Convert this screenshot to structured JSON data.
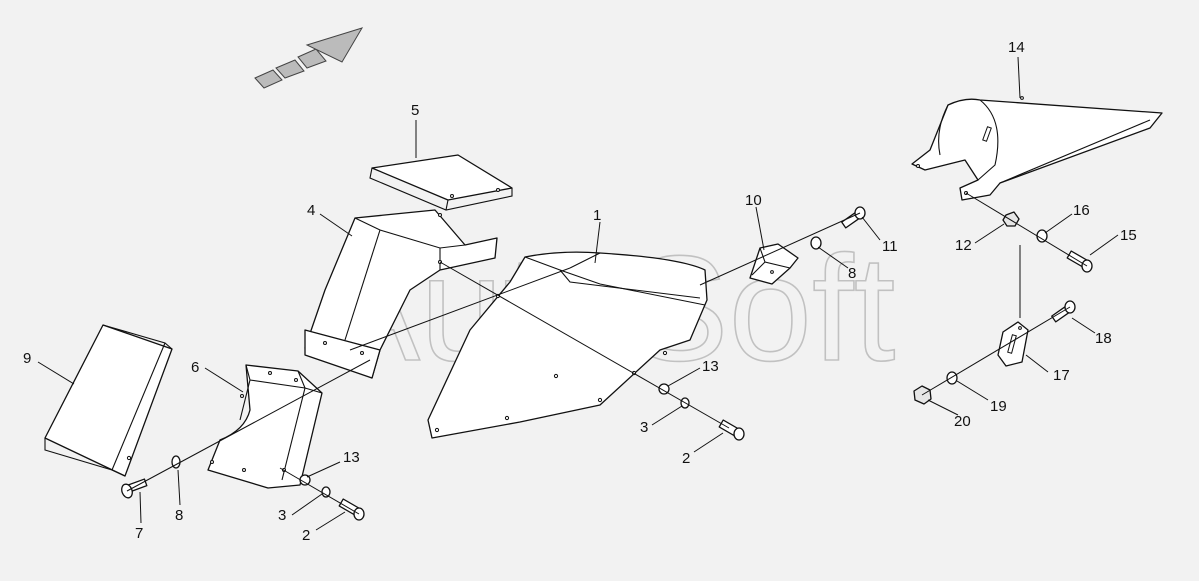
{
  "callouts": {
    "c1": "1",
    "c2a": "2",
    "c2b": "2",
    "c3a": "3",
    "c3b": "3",
    "c4": "4",
    "c5": "5",
    "c6": "6",
    "c7": "7",
    "c8a": "8",
    "c8b": "8",
    "c9": "9",
    "c10": "10",
    "c11": "11",
    "c12": "12",
    "c13a": "13",
    "c13b": "13",
    "c14": "14",
    "c15": "15",
    "c16": "16",
    "c17": "17",
    "c18": "18",
    "c19": "19",
    "c20": "20"
  },
  "watermark": {
    "text": "AutoSoft"
  },
  "icons": {
    "direction": "direction-arrow-icon"
  }
}
